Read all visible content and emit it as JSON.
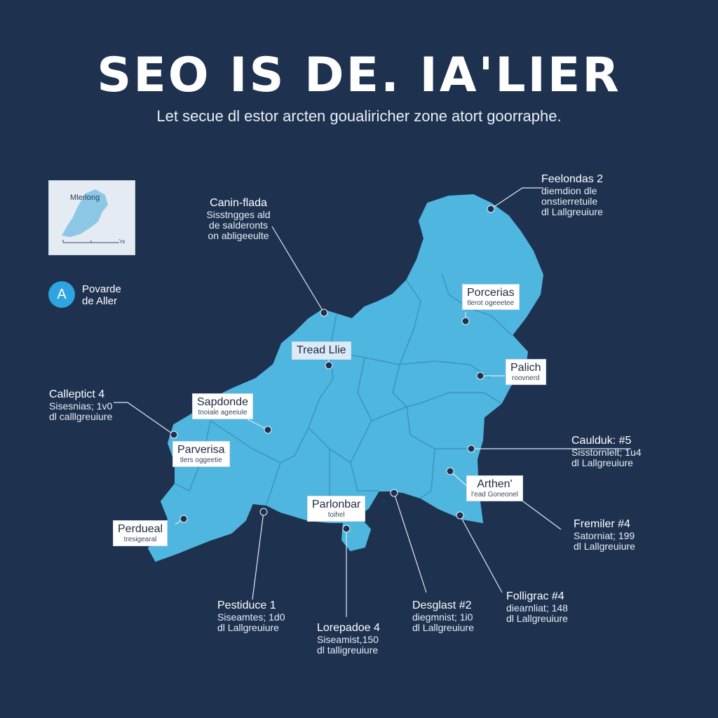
{
  "header": {
    "title": "SEO IS DE. IA'LIER",
    "subtitle": "Let secue dl estor arcten goualiricher zone atort goorraphe."
  },
  "inset": {
    "label": "Mlerlong",
    "scale_label": "'rs"
  },
  "legend": {
    "badge": "A",
    "line1": "Povarde",
    "line2": "de Aller"
  },
  "external_labels": [
    {
      "id": "canin",
      "name": "Canin-flada",
      "line1": "Sisstngges ald",
      "line2": "de salderonts",
      "line3": "on abligeeulte"
    },
    {
      "id": "feelondas",
      "name": "Feelondas 2",
      "line1": "diemdion dle",
      "line2": "onstierretuile",
      "line3": "dl Lallgreuiure"
    },
    {
      "id": "calleptict",
      "name": "Calleptict 4",
      "line1": "Sisesnias; 1v0",
      "line2": "dl calllgreuiure"
    },
    {
      "id": "cauldux",
      "name": "Caulduk: #5",
      "line1": "Sisstornlelt; 1u4",
      "line2": "dl Lallgreuiure"
    },
    {
      "id": "fremiler",
      "name": "Fremiler #4",
      "line1": "Satorniat; 199",
      "line2": "dl Lallgreuiure"
    },
    {
      "id": "pestiduce",
      "name": "Pestiduce 1",
      "line1": "Siseamtes; 1d0",
      "line2": "dl Lallgreuiure"
    },
    {
      "id": "lorepadoe",
      "name": "Lorepadoe 4",
      "line1": "Siseamist,150",
      "line2": "dl talligreuiure"
    },
    {
      "id": "desglast",
      "name": "Desglast #2",
      "line1": "diegmnist; 1i0",
      "line2": "dl Lallgreuiure"
    },
    {
      "id": "foliigrac",
      "name": "Folligrac #4",
      "line1": "diearnliat; 148",
      "line2": "dl Lallgreuiure"
    }
  ],
  "map_labels": [
    {
      "id": "tread",
      "name": "Tread Llie",
      "sub": ""
    },
    {
      "id": "porcerias",
      "name": "Porcerias",
      "sub": "tlerot ogeeetee"
    },
    {
      "id": "palich",
      "name": "Palich",
      "sub": "roovnerd"
    },
    {
      "id": "sapdonde",
      "name": "Sapdonde",
      "sub": "tnoiale ageeiule"
    },
    {
      "id": "parverisa",
      "name": "Parverisa",
      "sub": "tlers oggeetie"
    },
    {
      "id": "arthen",
      "name": "Arthen'",
      "sub": "l'ead Goneonel"
    },
    {
      "id": "parlonbar",
      "name": "Parlonbar",
      "sub": "toihel"
    },
    {
      "id": "perdueal",
      "name": "Perdueal",
      "sub": "tresigearal"
    }
  ],
  "colors": {
    "background": "#1e3250",
    "land": "#4fb6e0",
    "border": "#3a95c4",
    "marker": "#1e3250",
    "leader": "#dfe8f2"
  }
}
